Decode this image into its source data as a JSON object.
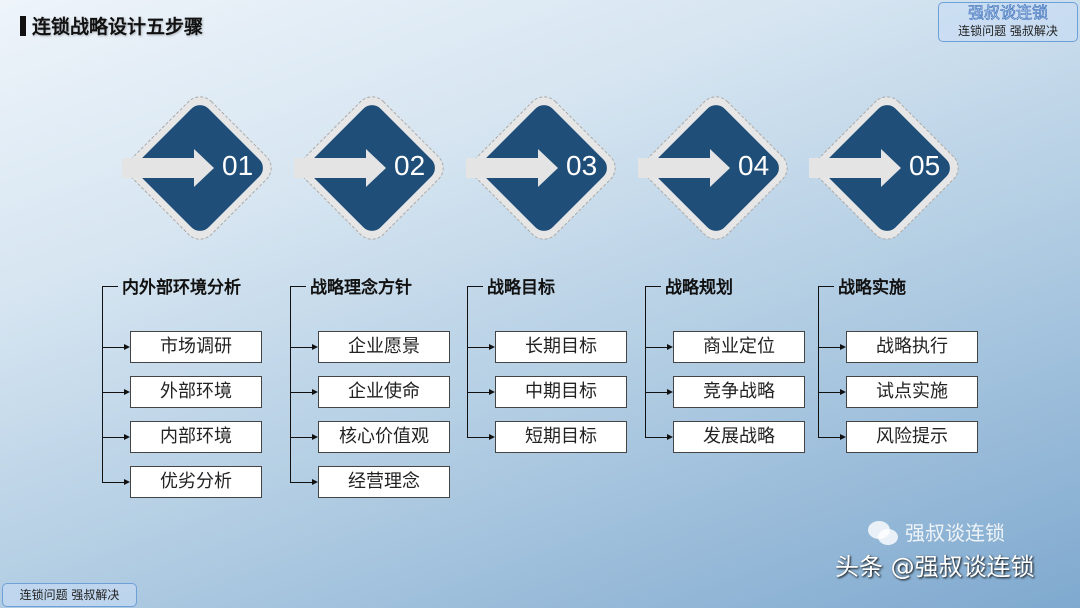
{
  "title": "连锁战略设计五步骤",
  "badge_top": {
    "name": "强叔谈连锁",
    "slogan": "连锁问题  强叔解决"
  },
  "badge_bottom": "连锁问题  强叔解决",
  "watermark": {
    "platform": "头条",
    "handle": "@强叔谈连锁",
    "wechat_name": "强叔谈连锁"
  },
  "colors": {
    "diamond": "#1f4e79",
    "ring": "#e6e6e6"
  },
  "steps": [
    {
      "num": "01",
      "heading": "内外部环境分析",
      "items": [
        "市场调研",
        "外部环境",
        "内部环境",
        "优劣分析"
      ]
    },
    {
      "num": "02",
      "heading": "战略理念方针",
      "items": [
        "企业愿景",
        "企业使命",
        "核心价值观",
        "经营理念"
      ]
    },
    {
      "num": "03",
      "heading": "战略目标",
      "items": [
        "长期目标",
        "中期目标",
        "短期目标"
      ]
    },
    {
      "num": "04",
      "heading": "战略规划",
      "items": [
        "商业定位",
        "竞争战略",
        "发展战略"
      ]
    },
    {
      "num": "05",
      "heading": "战略实施",
      "items": [
        "战略执行",
        "试点实施",
        "风险提示"
      ]
    }
  ]
}
